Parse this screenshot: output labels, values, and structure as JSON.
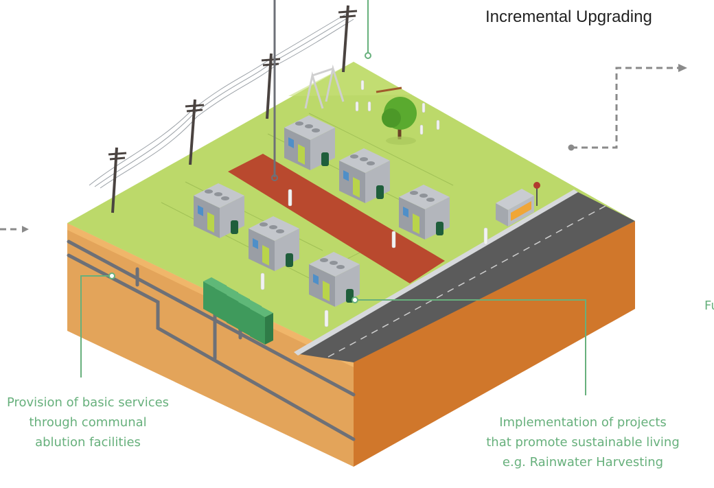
{
  "title": "Incremental Upgrading",
  "captions": {
    "left": [
      "Provision of basic services",
      "through communal",
      "ablution facilities"
    ],
    "right": [
      "Implementation of projects",
      "that promote sustainable living",
      "e.g. Rainwater Harvesting"
    ],
    "edge_fragment": "Fu"
  },
  "colors": {
    "grass": "#bcd96a",
    "soil_top": "#e2a458",
    "soil_side": "#d2782c",
    "road": "#5a5a5a",
    "path": "#b9492e",
    "house": "#a7aab0",
    "toilet": "#3f9a5c",
    "callout": "#67b07c",
    "arrow": "#8a8a8a"
  }
}
